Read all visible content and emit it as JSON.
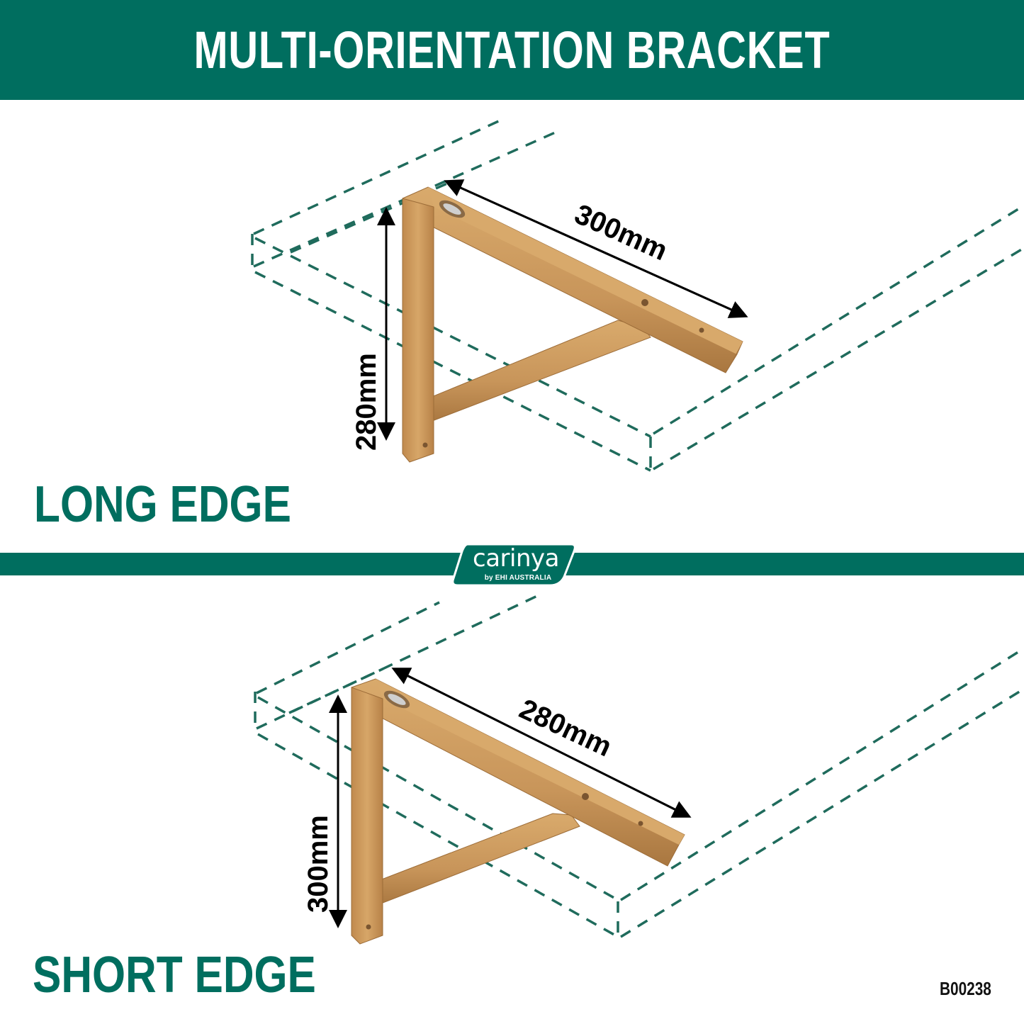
{
  "header": {
    "title": "MULTI-ORIENTATION BRACKET",
    "background_color": "#006e5f",
    "text_color": "#ffffff"
  },
  "sections": [
    {
      "id": "long-edge",
      "label": "LONG EDGE",
      "horizontal_dimension": "300mm",
      "vertical_dimension": "280mm"
    },
    {
      "id": "short-edge",
      "label": "SHORT EDGE",
      "horizontal_dimension": "280mm",
      "vertical_dimension": "300mm"
    }
  ],
  "logo": {
    "brand": "carinya",
    "tagline": "by EHI AUSTRALIA"
  },
  "product_code": "B00238",
  "colors": {
    "accent_green": "#006e5f",
    "dashed_outline": "#1f6b5c",
    "wood": "#c9955a",
    "wood_dark": "#a87740",
    "arrow": "#000000"
  }
}
